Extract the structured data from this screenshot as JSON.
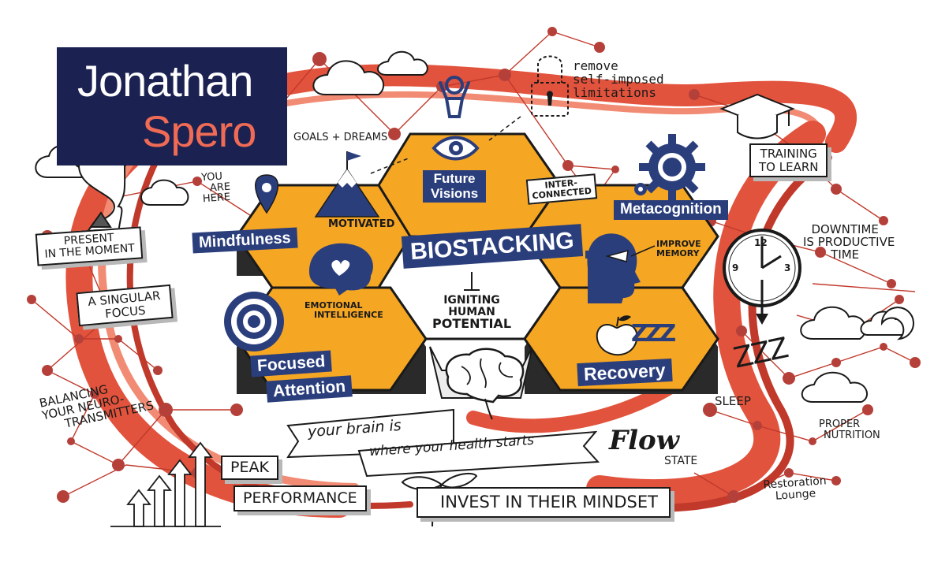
{
  "colors": {
    "accent_red": "#e2533d",
    "dark_red": "#c0392b",
    "hex_orange": "#f5a623",
    "navy": "#2b3e7c",
    "dark_navy": "#1b2251",
    "name_salmon": "#f06b55",
    "node_red": "#b5403a"
  },
  "header": {
    "first_name": "Jonathan",
    "last_name": "Spero"
  },
  "center": {
    "title": "BIOSTACKING",
    "subtitle_line1": "IGNITING",
    "subtitle_line2": "HUMAN",
    "subtitle_line3": "POTENTIAL"
  },
  "hexagons": {
    "mindfulness": "Mindfulness",
    "future_line1": "Future",
    "future_line2": "Visions",
    "metacognition": "Metacognition",
    "focused_line1": "Focused",
    "focused_line2": "Attention",
    "recovery": "Recovery"
  },
  "labels": {
    "goals_dreams": "GOALS + DREAMS",
    "motivated": "MOTIVATED",
    "you": "YOU",
    "are": "ARE",
    "here": "HERE",
    "interconnected_line1": "INTER-",
    "interconnected_line2": "CONNECTED",
    "improve_line1": "IMPROVE",
    "improve_line2": "MEMORY",
    "emotional_line1": "EMOTIONAL",
    "emotional_line2": "INTELLIGENCE",
    "remove_line1": "remove",
    "remove_line2": "self-imposed",
    "remove_line3": "limitations",
    "downtime_line1": "DOWNTIME",
    "downtime_line2": "IS PRODUCTIVE",
    "downtime_line3": "TIME",
    "sleep": "SLEEP",
    "proper_line1": "PROPER",
    "proper_line2": "NUTRITION",
    "restoration_line1": "Restoration",
    "restoration_line2": "Lounge",
    "flow": "Flow",
    "state": "STATE",
    "balancing_line1": "BALANCING",
    "balancing_line2": "YOUR NEURO-",
    "balancing_line3": "TRANSMITTERS"
  },
  "boxes": {
    "present_line1": "PRESENT",
    "present_line2": "IN THE MOMENT",
    "singular_line1": "A SINGULAR",
    "singular_line2": "FOCUS",
    "training_line1": "TRAINING",
    "training_line2": "TO LEARN",
    "peak": "PEAK",
    "performance": "PERFORMANCE",
    "invest": "INVEST IN THEIR MINDSET"
  },
  "banner": {
    "line1": "your brain is",
    "line2": "where your health starts"
  },
  "clock": {
    "n12": "12",
    "n3": "3",
    "n9": "9"
  },
  "zzz": "ZZZ",
  "sleep_z": "ZZZ",
  "icons": [
    "hourglass-icon",
    "map-pin-icon",
    "mountain-flag-icon",
    "eye-icon",
    "lock-icon",
    "graduation-cap-icon",
    "gear-icon",
    "clock-icon",
    "moon-cloud-icon",
    "heart-head-icon",
    "target-icon",
    "head-profile-icon",
    "apple-icon",
    "brain-icon",
    "sprout-icon",
    "growth-arrows-icon"
  ]
}
